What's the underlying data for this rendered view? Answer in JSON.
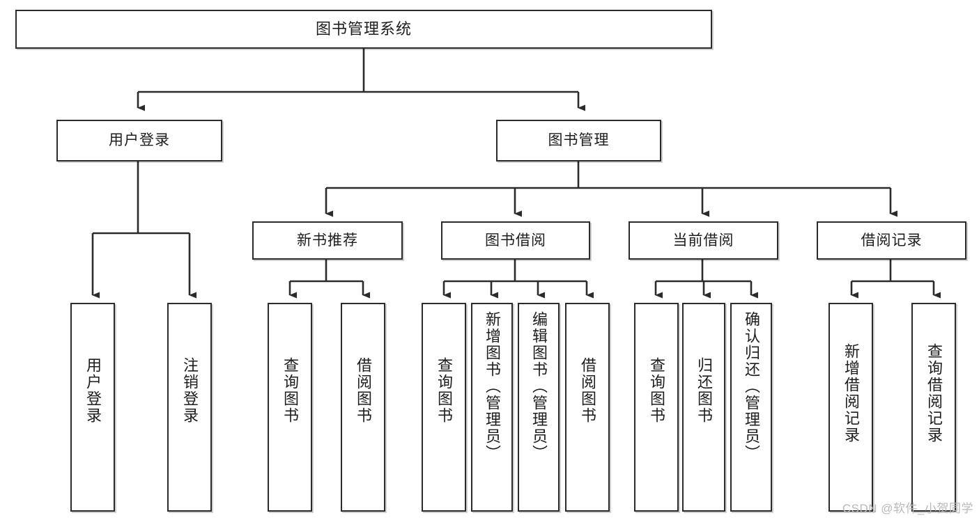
{
  "diagram": {
    "title": "图书管理系统",
    "type": "tree",
    "watermark": "CSDN @软件_小贺同学",
    "colors": {
      "box_border": "#2b2b2b",
      "box_fill": "#ffffff",
      "edge": "#2b2b2b",
      "watermark": "#b9b9b9",
      "background": "#ffffff"
    },
    "levels": {
      "root": "图书管理系统",
      "level2": [
        "用户登录",
        "图书管理"
      ],
      "level3": [
        "新书推荐",
        "图书借阅",
        "当前借阅",
        "借阅记录"
      ]
    },
    "nodes": {
      "root": {
        "label": "图书管理系统"
      },
      "user_login": {
        "label": "用户登录"
      },
      "book_manage": {
        "label": "图书管理"
      },
      "new_book_rec": {
        "label": "新书推荐"
      },
      "book_borrow": {
        "label": "图书借阅"
      },
      "current_borrow": {
        "label": "当前借阅"
      },
      "borrow_record": {
        "label": "借阅记录"
      },
      "leaf_user_login": {
        "label": "用户登录"
      },
      "leaf_logout": {
        "label": "注销登录"
      },
      "leaf_query_book_1": {
        "label": "查询图书"
      },
      "leaf_borrow_book_1": {
        "label": "借阅图书"
      },
      "leaf_query_book_2": {
        "label": "查询图书"
      },
      "leaf_add_book": {
        "label": "新增图书（管理员）"
      },
      "leaf_edit_book": {
        "label": "编辑图书（管理员）"
      },
      "leaf_borrow_book_2": {
        "label": "借阅图书"
      },
      "leaf_query_book_3": {
        "label": "查询图书"
      },
      "leaf_return_book": {
        "label": "归还图书"
      },
      "leaf_confirm_return": {
        "label": "确认归还（管理员）"
      },
      "leaf_add_record": {
        "label": "新增借阅记录"
      },
      "leaf_query_record": {
        "label": "查询借阅记录"
      }
    },
    "edges": [
      {
        "from": "root",
        "to": "user_login"
      },
      {
        "from": "root",
        "to": "book_manage"
      },
      {
        "from": "user_login",
        "to": "leaf_user_login"
      },
      {
        "from": "user_login",
        "to": "leaf_logout"
      },
      {
        "from": "book_manage",
        "to": "new_book_rec"
      },
      {
        "from": "book_manage",
        "to": "book_borrow"
      },
      {
        "from": "book_manage",
        "to": "current_borrow"
      },
      {
        "from": "book_manage",
        "to": "borrow_record"
      },
      {
        "from": "new_book_rec",
        "to": "leaf_query_book_1"
      },
      {
        "from": "new_book_rec",
        "to": "leaf_borrow_book_1"
      },
      {
        "from": "book_borrow",
        "to": "leaf_query_book_2"
      },
      {
        "from": "book_borrow",
        "to": "leaf_add_book"
      },
      {
        "from": "book_borrow",
        "to": "leaf_edit_book"
      },
      {
        "from": "book_borrow",
        "to": "leaf_borrow_book_2"
      },
      {
        "from": "current_borrow",
        "to": "leaf_query_book_3"
      },
      {
        "from": "current_borrow",
        "to": "leaf_return_book"
      },
      {
        "from": "current_borrow",
        "to": "leaf_confirm_return"
      },
      {
        "from": "borrow_record",
        "to": "leaf_add_record"
      },
      {
        "from": "borrow_record",
        "to": "leaf_query_record"
      }
    ]
  }
}
